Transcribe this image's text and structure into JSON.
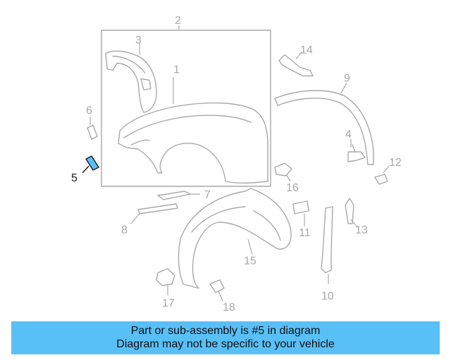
{
  "highlight_color": "#59bff7",
  "callouts": {
    "c1": "1",
    "c2": "2",
    "c3": "3",
    "c4": "4",
    "c5": "5",
    "c6": "6",
    "c7": "7",
    "c8": "8",
    "c9": "9",
    "c10": "10",
    "c11": "11",
    "c12": "12",
    "c13": "13",
    "c14": "14",
    "c15": "15",
    "c16": "16",
    "c17": "17",
    "c18": "18"
  },
  "banner": {
    "line1": "Part or sub-assembly is #5 in diagram",
    "line2": "Diagram may not be specific to your vehicle"
  }
}
